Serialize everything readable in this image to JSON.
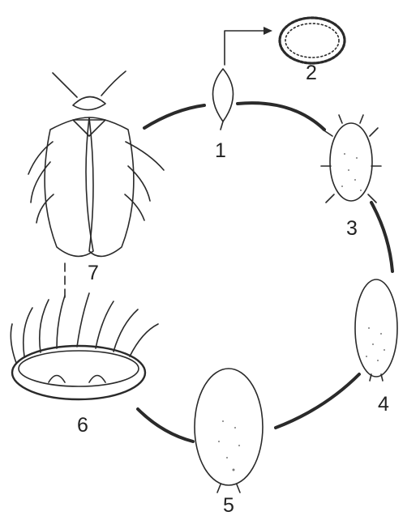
{
  "diagram": {
    "kind": "life-cycle",
    "stage_labels": [
      "1",
      "2",
      "3",
      "4",
      "5",
      "6",
      "7"
    ],
    "stages": [
      {
        "label": "1",
        "icon": "egg-icon"
      },
      {
        "label": "2",
        "icon": "egg-stalk-cluster-icon"
      },
      {
        "label": "3",
        "icon": "crawler-nymph-icon"
      },
      {
        "label": "4",
        "icon": "second-instar-icon"
      },
      {
        "label": "5",
        "icon": "third-instar-icon"
      },
      {
        "label": "6",
        "icon": "pupa-with-wax-filaments-icon"
      },
      {
        "label": "7",
        "icon": "adult-whitefly-icon"
      }
    ],
    "colors": {
      "ink": "#2a2a2a",
      "background": "#ffffff"
    }
  }
}
